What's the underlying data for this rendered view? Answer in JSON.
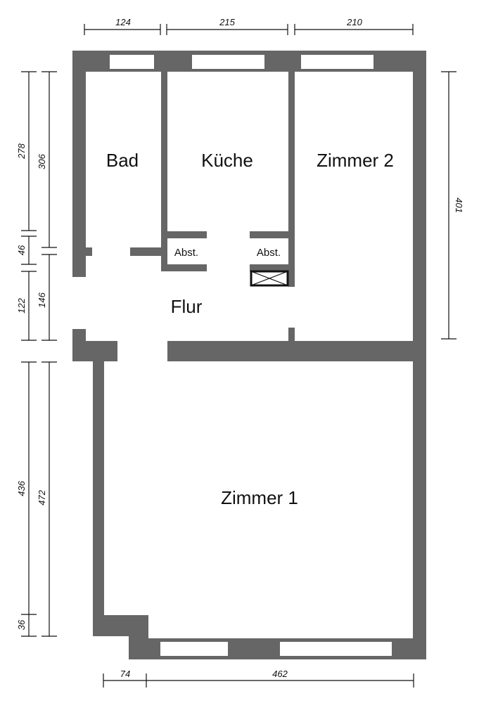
{
  "rooms": {
    "bad": "Bad",
    "kueche": "Küche",
    "zimmer2": "Zimmer 2",
    "flur": "Flur",
    "zimmer1": "Zimmer 1",
    "abst_left": "Abst.",
    "abst_right": "Abst."
  },
  "dimensions": {
    "top_1": "124",
    "top_2": "215",
    "top_3": "210",
    "right_1": "401",
    "bottom_1": "74",
    "bottom_2": "462",
    "left_outer_1": "278",
    "left_outer_2": "46",
    "left_outer_3": "122",
    "left_outer_4": "436",
    "left_outer_5": "36",
    "left_inner_1": "306",
    "left_inner_2": "146",
    "left_inner_3": "472"
  },
  "colors": {
    "wall": "#666666",
    "background": "#ffffff",
    "line": "#111111"
  }
}
